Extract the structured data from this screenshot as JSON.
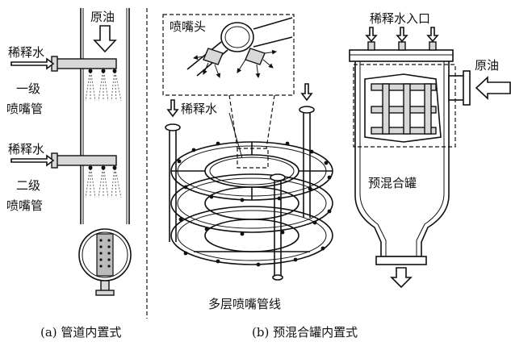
{
  "panel_a": {
    "crude_oil": "原油",
    "diluent_water_1": "稀释水",
    "stage1_label_line1": "一级",
    "stage1_label_line2": "喷嘴管",
    "diluent_water_2": "稀释水",
    "stage2_label_line1": "二级",
    "stage2_label_line2": "喷嘴管",
    "caption": "(a) 管道内置式"
  },
  "panel_b": {
    "nozzle_head": "喷嘴头",
    "diluent_water": "稀释水",
    "multilayer_nozzle_line": "多层喷嘴管线"
  },
  "panel_tank": {
    "diluent_inlet": "稀释水入口",
    "crude_oil": "原油",
    "premix_tank": "预混合罐"
  },
  "caption_b": "(b) 预混合罐内置式",
  "colors": {
    "line": "#111111",
    "shade": "#d8d8d8",
    "background": "#ffffff"
  }
}
